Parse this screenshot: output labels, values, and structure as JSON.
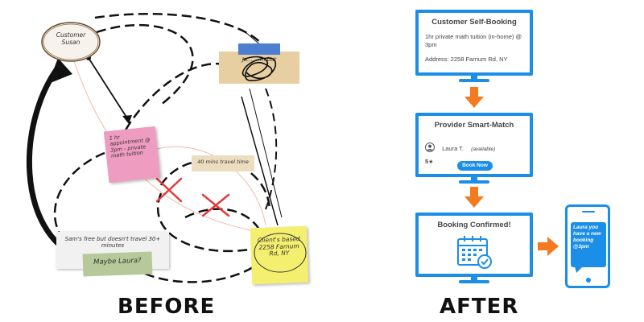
{
  "before": {
    "heading": "BEFORE",
    "customer_label": "Customer Susan",
    "pink_note": "1 hr appointment @ 3pm - private math tuition",
    "tape_note": "40 mins travel time",
    "torn_note": "Ja... ...m but",
    "paper_note": "Sam's free but doesn't travel 30+ minutes",
    "green_note": "Maybe Laura?",
    "yellow_note": "Client's based 2258 Farnum Rd, NY"
  },
  "after": {
    "heading": "AFTER",
    "step1": {
      "title": "Customer Self-Booking",
      "line1": "1hr private math tuition (in-home) @ 3pm",
      "line2": "Address: 2258 Farnum Rd, NY"
    },
    "step2": {
      "title": "Provider Smart-Match",
      "provider_name": "Laura T.",
      "provider_status": "(available)",
      "rating": "5",
      "button": "Book Now"
    },
    "step3": {
      "title": "Booking Confirmed!"
    },
    "phone_message": "Laura you have a new booking @3pm"
  },
  "colors": {
    "accent_blue": "#1b8ee8",
    "arrow_orange": "#f47a20",
    "cross_red": "#e23a3a",
    "pink": "#ee9cc0",
    "yellow": "#f4ef6f"
  }
}
